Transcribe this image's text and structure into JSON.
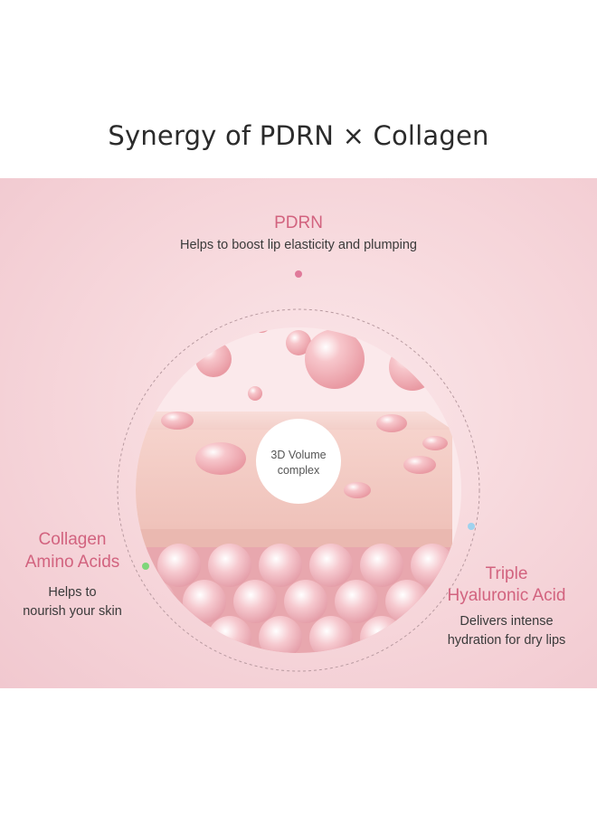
{
  "title": "Synergy of PDRN × Collagen",
  "pdrn": {
    "heading": "PDRN",
    "description": "Helps to boost lip elasticity and plumping"
  },
  "collagen": {
    "heading_line1": "Collagen",
    "heading_line2": "Amino Acids",
    "desc_line1": "Helps to",
    "desc_line2": "nourish your skin"
  },
  "hyaluronic": {
    "heading_line1": "Triple",
    "heading_line2": "Hyaluronic Acid",
    "desc_line1": "Delivers intense",
    "desc_line2": "hydration for dry lips"
  },
  "center": {
    "line1": "3D Volume",
    "line2": "complex"
  },
  "colors": {
    "accent": "#d2637f",
    "pdrn_dot": "#e07a9a",
    "collagen_dot": "#7fd67a",
    "hyaluronic_dot": "#9fd2ee"
  }
}
